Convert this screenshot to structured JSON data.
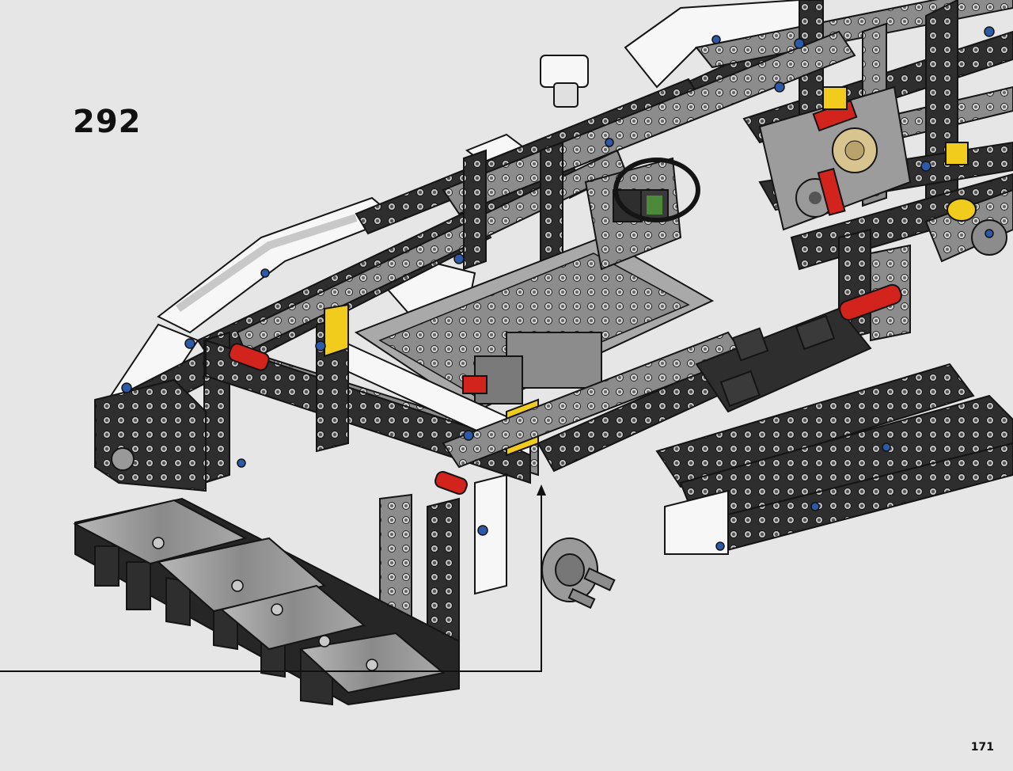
{
  "step": {
    "number": "292"
  },
  "page": {
    "number": "171"
  },
  "illustration": {
    "subject": "technic-chassis-assembly",
    "colors": {
      "background": "#e6e6e6",
      "beam_dark": "#2e2e2e",
      "beam_edge": "#141414",
      "beam_grey": "#8c8c8c",
      "beam_light_grey": "#bdbdbd",
      "panel_white": "#f7f7f7",
      "pin_blue": "#2c5aa8",
      "part_red": "#d2241c",
      "part_yellow": "#f2cc1d",
      "gear_tan": "#d8c48e",
      "plate_silver": "#9a9a9a",
      "callout_line": "#111111"
    }
  }
}
